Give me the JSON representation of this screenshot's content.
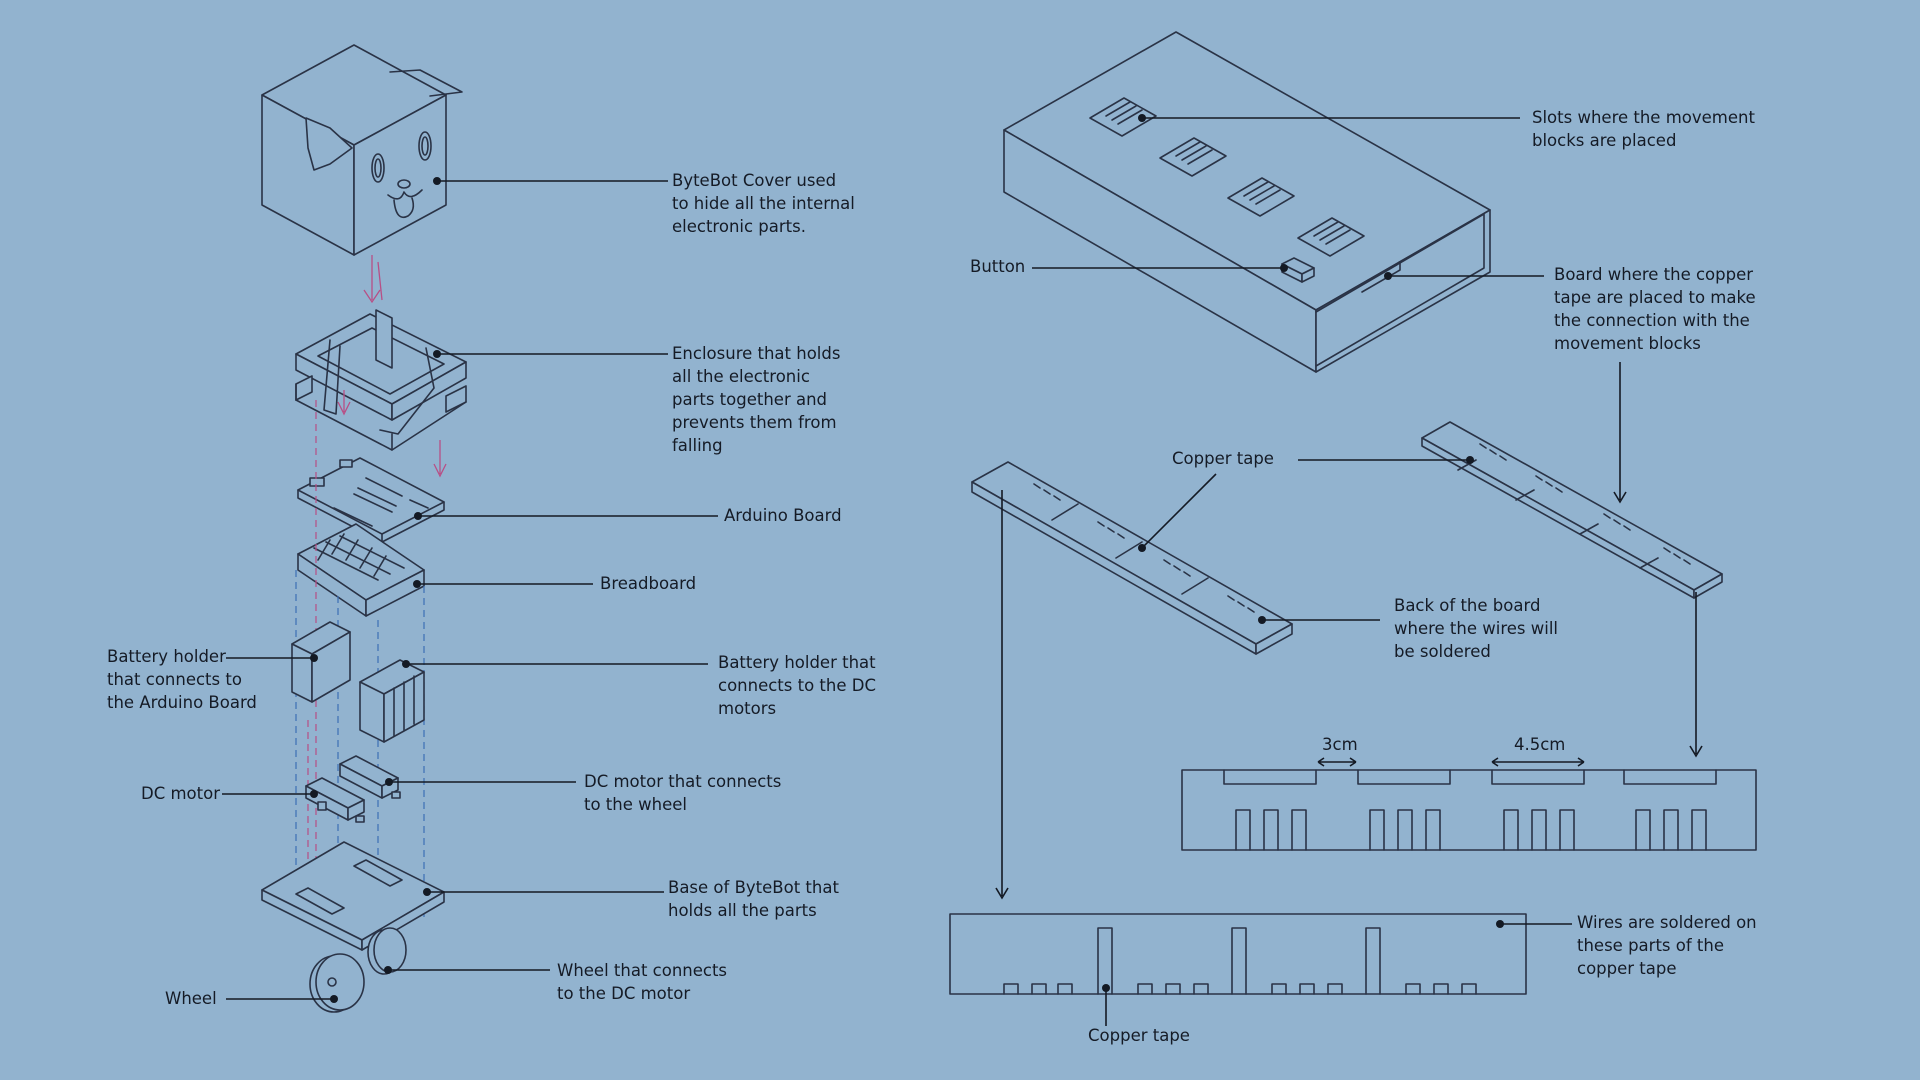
{
  "labels": {
    "cover": "ByteBot Cover used\nto hide all the internal\nelectronic parts.",
    "enclosure": "Enclosure that holds\nall the electronic\nparts together and\nprevents them from\nfalling",
    "arduino": "Arduino Board",
    "breadboard": "Breadboard",
    "battery_arduino": "Battery holder\nthat connects to\nthe Arduino Board",
    "battery_dc": "Battery holder that\nconnects to the DC\nmotors",
    "dc_motor": "DC motor",
    "dc_motor_wheel": "DC motor that connects\nto the wheel",
    "base": "Base of ByteBot that\nholds all the parts",
    "wheel_dc": "Wheel that connects\nto the DC motor",
    "wheel": "Wheel",
    "slots": "Slots where the movement\nblocks are placed",
    "button": "Button",
    "board_copper": "Board where the copper\ntape are placed to make\nthe connection with the\nmovement blocks",
    "copper_tape_top": "Copper tape",
    "back_board": "Back of the board\nwhere the wires will\nbe soldered",
    "dim_3cm": "3cm",
    "dim_45cm": "4.5cm",
    "wires_soldered": "Wires are soldered on\nthese parts of the\ncopper tape",
    "copper_tape_bottom": "Copper tape"
  },
  "colors": {
    "background": "#92b3cf",
    "line": "#141a24",
    "dash_blue": "#3d6fb5",
    "dash_pink": "#b74f86"
  }
}
